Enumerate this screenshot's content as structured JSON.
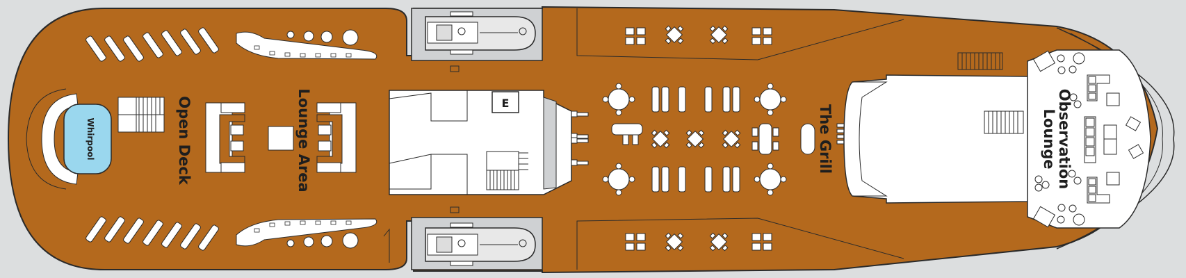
{
  "labels": {
    "whirlpool": "Whirpool",
    "open_deck": "Open Deck",
    "lounge_area": "Lounge Area",
    "the_grill": "The Grill",
    "observation_lounge_line1": "Observation",
    "observation_lounge_line2": "Lounge",
    "elevator": "E"
  },
  "colors": {
    "background": "#dcdedf",
    "deck": "#b4691d",
    "outline": "#2a2a2a",
    "furniture": "#ffffff",
    "whirlpool_water": "#9ad7ee",
    "lifeboat_bay": "#cfd1d3",
    "text": "#1e1e1e"
  },
  "icons": [
    "lounger-icon",
    "dining-table-icon",
    "round-table-icon",
    "lifeboat-icon",
    "stairs-icon",
    "elevator-icon",
    "sofa-icon",
    "armchair-icon"
  ]
}
